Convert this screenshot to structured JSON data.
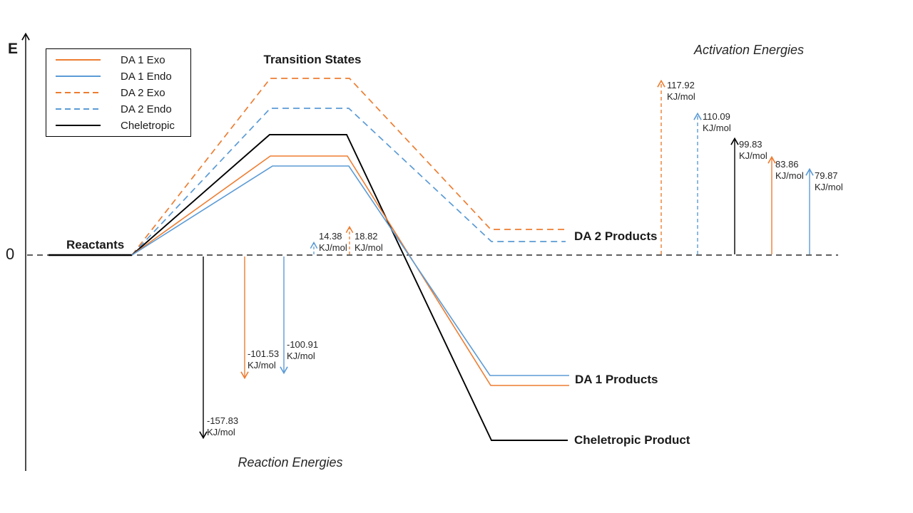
{
  "colors": {
    "orange": "#ED7D31",
    "blue": "#5B9BD5",
    "black": "#000000"
  },
  "axis": {
    "y_label": "E",
    "origin_label": "0"
  },
  "labels": {
    "reactants": "Reactants",
    "transition_states": "Transition States",
    "activation_energies": "Activation Energies",
    "reaction_energies": "Reaction Energies",
    "da2_products": "DA 2 Products",
    "da1_products": "DA 1 Products",
    "cheletropic_product": "Cheletropic Product"
  },
  "legend": {
    "items": [
      {
        "label": "DA 1 Exo",
        "color": "#ED7D31",
        "style": "solid"
      },
      {
        "label": "DA 1 Endo",
        "color": "#5B9BD5",
        "style": "solid"
      },
      {
        "label": "DA 2 Exo",
        "color": "#ED7D31",
        "style": "dashed"
      },
      {
        "label": "DA 2 Endo",
        "color": "#5B9BD5",
        "style": "dashed"
      },
      {
        "label": "Cheletropic",
        "color": "#000000",
        "style": "solid"
      }
    ]
  },
  "annotations": {
    "activation": [
      {
        "series": "DA 2 Exo",
        "value": "117.92",
        "unit": "KJ/mol"
      },
      {
        "series": "DA 2 Endo",
        "value": "110.09",
        "unit": "KJ/mol"
      },
      {
        "series": "Cheletropic",
        "value": "99.83",
        "unit": "KJ/mol"
      },
      {
        "series": "DA 1 Exo",
        "value": "83.86",
        "unit": "KJ/mol"
      },
      {
        "series": "DA 1 Endo",
        "value": "79.87",
        "unit": "KJ/mol"
      }
    ],
    "reaction": [
      {
        "series": "DA 2 Endo",
        "value": "14.38",
        "unit": "KJ/mol"
      },
      {
        "series": "DA 2 Exo",
        "value": "18.82",
        "unit": "KJ/mol"
      },
      {
        "series": "DA 1 Exo",
        "value": "-101.53",
        "unit": "KJ/mol"
      },
      {
        "series": "DA 1 Endo",
        "value": "-100.91",
        "unit": "KJ/mol"
      },
      {
        "series": "Cheletropic",
        "value": "-157.83",
        "unit": "KJ/mol"
      }
    ]
  },
  "chart_data": {
    "type": "line",
    "subtype": "reaction-energy-profile",
    "ylabel": "E",
    "unit": "KJ/mol",
    "stages": [
      "Reactants",
      "Transition States",
      "Products"
    ],
    "reactant_energy": 0,
    "series": [
      {
        "name": "DA 1 Exo",
        "color": "#ED7D31",
        "line_style": "solid",
        "activation_energy": 83.86,
        "reaction_energy": -101.53,
        "product_label": "DA 1 Products"
      },
      {
        "name": "DA 1 Endo",
        "color": "#5B9BD5",
        "line_style": "solid",
        "activation_energy": 79.87,
        "reaction_energy": -100.91,
        "product_label": "DA 1 Products"
      },
      {
        "name": "DA 2 Exo",
        "color": "#ED7D31",
        "line_style": "dashed",
        "activation_energy": 117.92,
        "reaction_energy": 18.82,
        "product_label": "DA 2 Products"
      },
      {
        "name": "DA 2 Endo",
        "color": "#5B9BD5",
        "line_style": "dashed",
        "activation_energy": 110.09,
        "reaction_energy": 14.38,
        "product_label": "DA 2 Products"
      },
      {
        "name": "Cheletropic",
        "color": "#000000",
        "line_style": "solid",
        "activation_energy": 99.83,
        "reaction_energy": -157.83,
        "product_label": "Cheletropic Product"
      }
    ],
    "legend_position": "upper-left",
    "grid": false
  }
}
